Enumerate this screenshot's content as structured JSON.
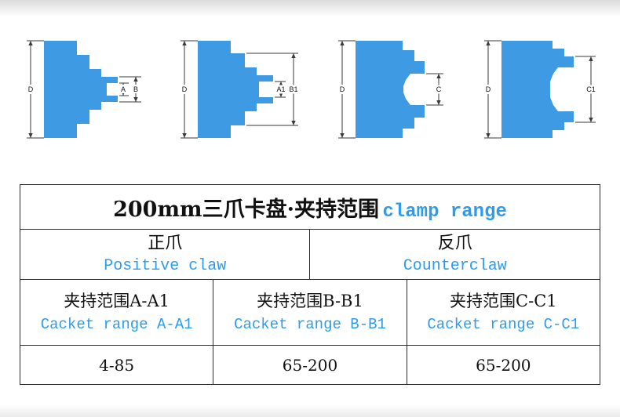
{
  "diagrams": [
    {
      "d_label": "D",
      "labels": [
        "A",
        "B"
      ]
    },
    {
      "d_label": "D",
      "labels": [
        "A1",
        "B1"
      ]
    },
    {
      "d_label": "D",
      "labels": [
        "C"
      ]
    },
    {
      "d_label": "D",
      "labels": [
        "C1"
      ]
    }
  ],
  "table": {
    "title_cn": "200mm三爪卡盘·夹持范围",
    "title_en": "clamp range",
    "claw_types": [
      {
        "cn": "正爪",
        "en": "Positive claw"
      },
      {
        "cn": "反爪",
        "en": "Counterclaw"
      }
    ],
    "range_headers": [
      {
        "cn": "夹持范围A-A1",
        "en": "Cacket range A-A1"
      },
      {
        "cn": "夹持范围B-B1",
        "en": "Cacket range B-B1"
      },
      {
        "cn": "夹持范围C-C1",
        "en": "Cacket range C-C1"
      }
    ],
    "range_values": [
      "4-85",
      "65-200",
      "65-200"
    ]
  },
  "colors": {
    "blue": "#3d9ae3",
    "text_blue": "#2d9cec",
    "border": "#2b2b2b"
  }
}
